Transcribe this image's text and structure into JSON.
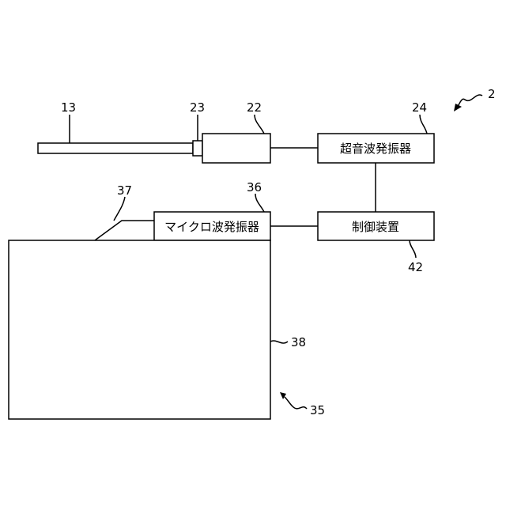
{
  "refs": {
    "system": "2",
    "rod": "13",
    "connector": "23",
    "transducer": "22",
    "ultrasonic_generator": "24",
    "horn": "37",
    "microwave_generator": "36",
    "controller": "42",
    "chamber": "38",
    "heating_unit": "35"
  },
  "boxes": {
    "ultrasonic_generator": "超音波発振器",
    "microwave_generator": "マイクロ波発振器",
    "controller": "制御装置"
  }
}
